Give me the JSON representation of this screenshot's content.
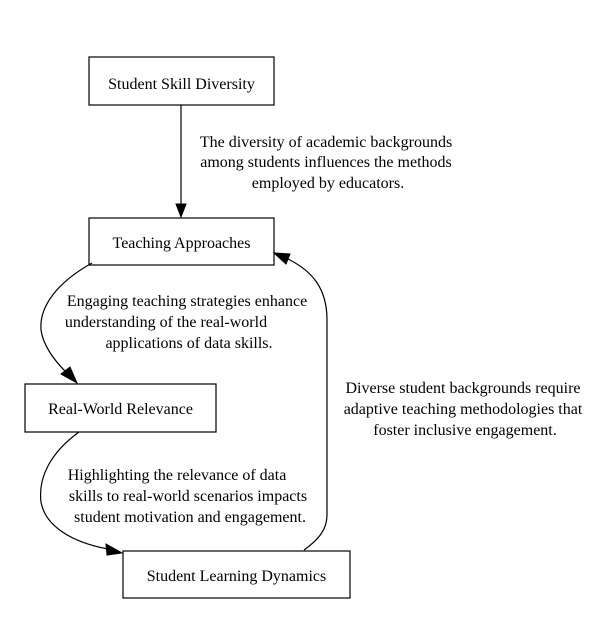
{
  "nodes": {
    "skill_diversity": {
      "label": "Student Skill Diversity"
    },
    "teaching_approaches": {
      "label": "Teaching Approaches"
    },
    "real_world_relevance": {
      "label": "Real-World Relevance"
    },
    "learning_dynamics": {
      "label": "Student Learning Dynamics"
    }
  },
  "edges": {
    "diversity_to_teaching": {
      "lines": [
        "The diversity of academic backgrounds",
        "among students influences the methods",
        "employed by educators."
      ]
    },
    "teaching_to_relevance": {
      "lines": [
        "Engaging teaching strategies enhance",
        "understanding of the real-world",
        "applications of data skills."
      ]
    },
    "relevance_to_dynamics": {
      "lines": [
        "Highlighting the relevance of data",
        "skills to real-world scenarios impacts",
        "student motivation and engagement."
      ]
    },
    "dynamics_to_teaching": {
      "lines": [
        "Diverse student backgrounds require",
        "adaptive teaching methodologies that",
        "foster inclusive engagement."
      ]
    }
  }
}
